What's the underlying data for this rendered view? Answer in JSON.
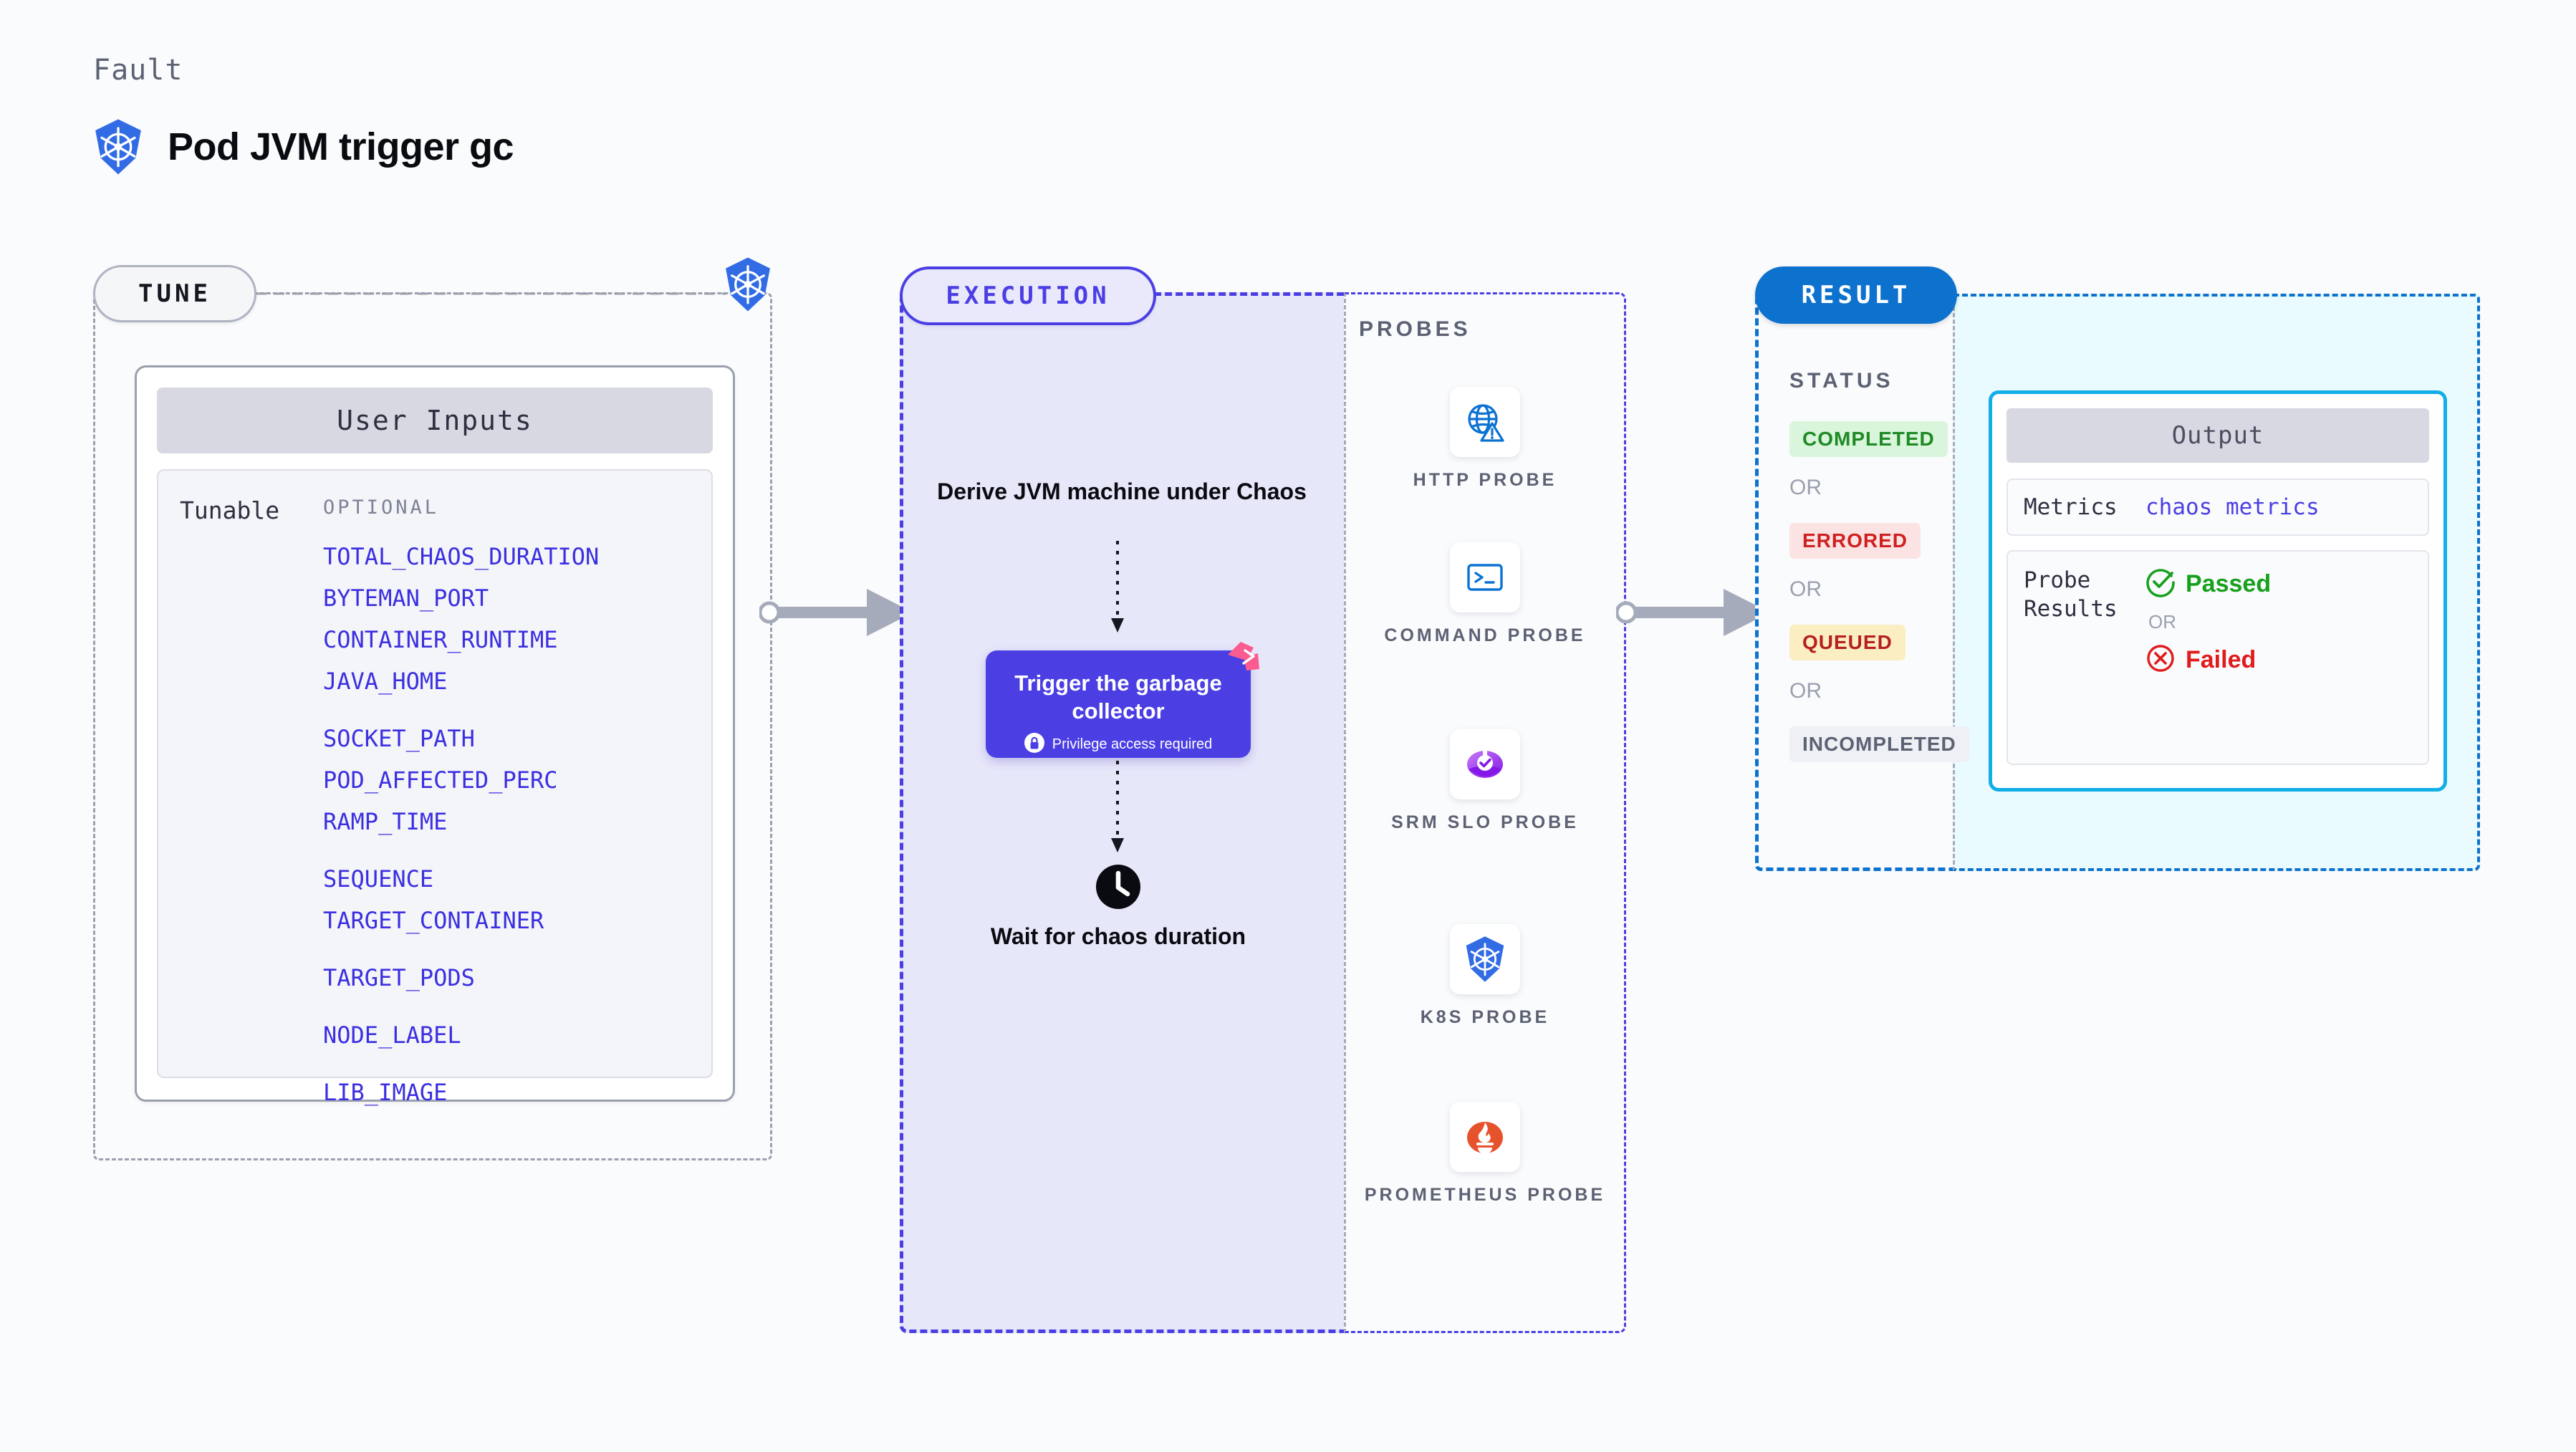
{
  "header": {
    "eyebrow": "Fault",
    "title": "Pod JVM trigger gc",
    "icon": "kubernetes-icon"
  },
  "tune": {
    "pill_label": "TUNE",
    "badge_icon": "kubernetes-icon",
    "card_title": "User Inputs",
    "row_label": "Tunable",
    "optional_label": "OPTIONAL",
    "tunables": [
      {
        "name": "TOTAL_CHAOS_DURATION",
        "gap": false
      },
      {
        "name": "BYTEMAN_PORT",
        "gap": false
      },
      {
        "name": "CONTAINER_RUNTIME",
        "gap": false
      },
      {
        "name": "JAVA_HOME",
        "gap": false
      },
      {
        "name": "SOCKET_PATH",
        "gap": true
      },
      {
        "name": "POD_AFFECTED_PERC",
        "gap": false
      },
      {
        "name": "RAMP_TIME",
        "gap": false
      },
      {
        "name": "SEQUENCE",
        "gap": true
      },
      {
        "name": "TARGET_CONTAINER",
        "gap": false
      },
      {
        "name": "TARGET_PODS",
        "gap": true
      },
      {
        "name": "NODE_LABEL",
        "gap": true
      },
      {
        "name": "LIB_IMAGE",
        "gap": true
      }
    ]
  },
  "execution": {
    "pill_label": "EXECUTION",
    "step_1": "Derive JVM machine under Chaos",
    "card_title": "Trigger the garbage collector",
    "card_privilege": "Privilege access required",
    "card_privilege_icon": "lock-icon",
    "card_corner_icon": "litmus-chaos-icon",
    "wait_icon": "clock-icon",
    "wait_label": "Wait for chaos duration"
  },
  "probes": {
    "section_label": "PROBES",
    "items": [
      {
        "label": "HTTP PROBE",
        "icon": "globe-warning-icon"
      },
      {
        "label": "COMMAND PROBE",
        "icon": "terminal-icon"
      },
      {
        "label": "SRM SLO PROBE",
        "icon": "srm-slo-icon"
      },
      {
        "label": "K8S PROBE",
        "icon": "kubernetes-icon"
      },
      {
        "label": "PROMETHEUS PROBE",
        "icon": "prometheus-icon"
      }
    ]
  },
  "result": {
    "pill_label": "RESULT",
    "status_label": "STATUS",
    "or_label": "OR",
    "statuses": [
      {
        "label": "COMPLETED",
        "text_color": "#1f8a26",
        "bg_color": "#d9f5dc"
      },
      {
        "label": "ERRORED",
        "text_color": "#cf2020",
        "bg_color": "#fbe3e3"
      },
      {
        "label": "QUEUED",
        "text_color": "#b52020",
        "bg_color": "#fbeec2"
      },
      {
        "label": "INCOMPLETED",
        "text_color": "#5c6273",
        "bg_color": "#eef0f5"
      }
    ],
    "output": {
      "title": "Output",
      "metrics_key": "Metrics",
      "metrics_value": "chaos metrics",
      "probe_key": "Probe Results",
      "passed_label": "Passed",
      "passed_icon": "check-circle-icon",
      "or_label": "OR",
      "failed_label": "Failed",
      "failed_icon": "x-circle-icon"
    }
  },
  "colors": {
    "accent_purple": "#4b3fe4",
    "accent_blue": "#0d72ce",
    "accent_cyan": "#12aee8",
    "k8s_blue": "#326ce5",
    "pink": "#fa5c8f"
  }
}
